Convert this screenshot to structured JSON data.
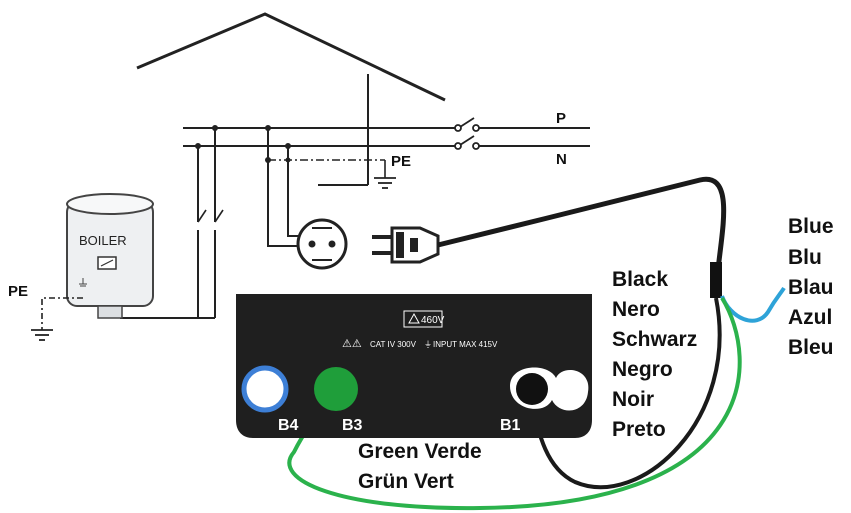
{
  "labels": {
    "phase": "P",
    "neutral": "N",
    "pe_main": "PE",
    "pe_boiler": "PE",
    "boiler": "BOILER",
    "panel_voltage": "460V",
    "panel_cat": "CAT IV 300V",
    "panel_input": "INPUT MAX 415V",
    "b4": "B4",
    "b3": "B3",
    "b1": "B1"
  },
  "black_lead_names": [
    "Black",
    "Nero",
    "Schwarz",
    "Negro",
    "Noir",
    "Preto"
  ],
  "blue_lead_names": [
    "Blue",
    "Blu",
    "Blau",
    "Azul",
    "Bleu"
  ],
  "green_lead_names": [
    "Green Verde",
    "Grün Vert"
  ],
  "colors": {
    "line": "#222222",
    "instrument": "#1f1f1f",
    "black_lead": "#1a1a1a",
    "green_lead": "#2bb24c",
    "blue_lead": "#2ea3d8",
    "b4_ring": "#3d7fd6",
    "green_terminal": "#1f9e3a"
  }
}
